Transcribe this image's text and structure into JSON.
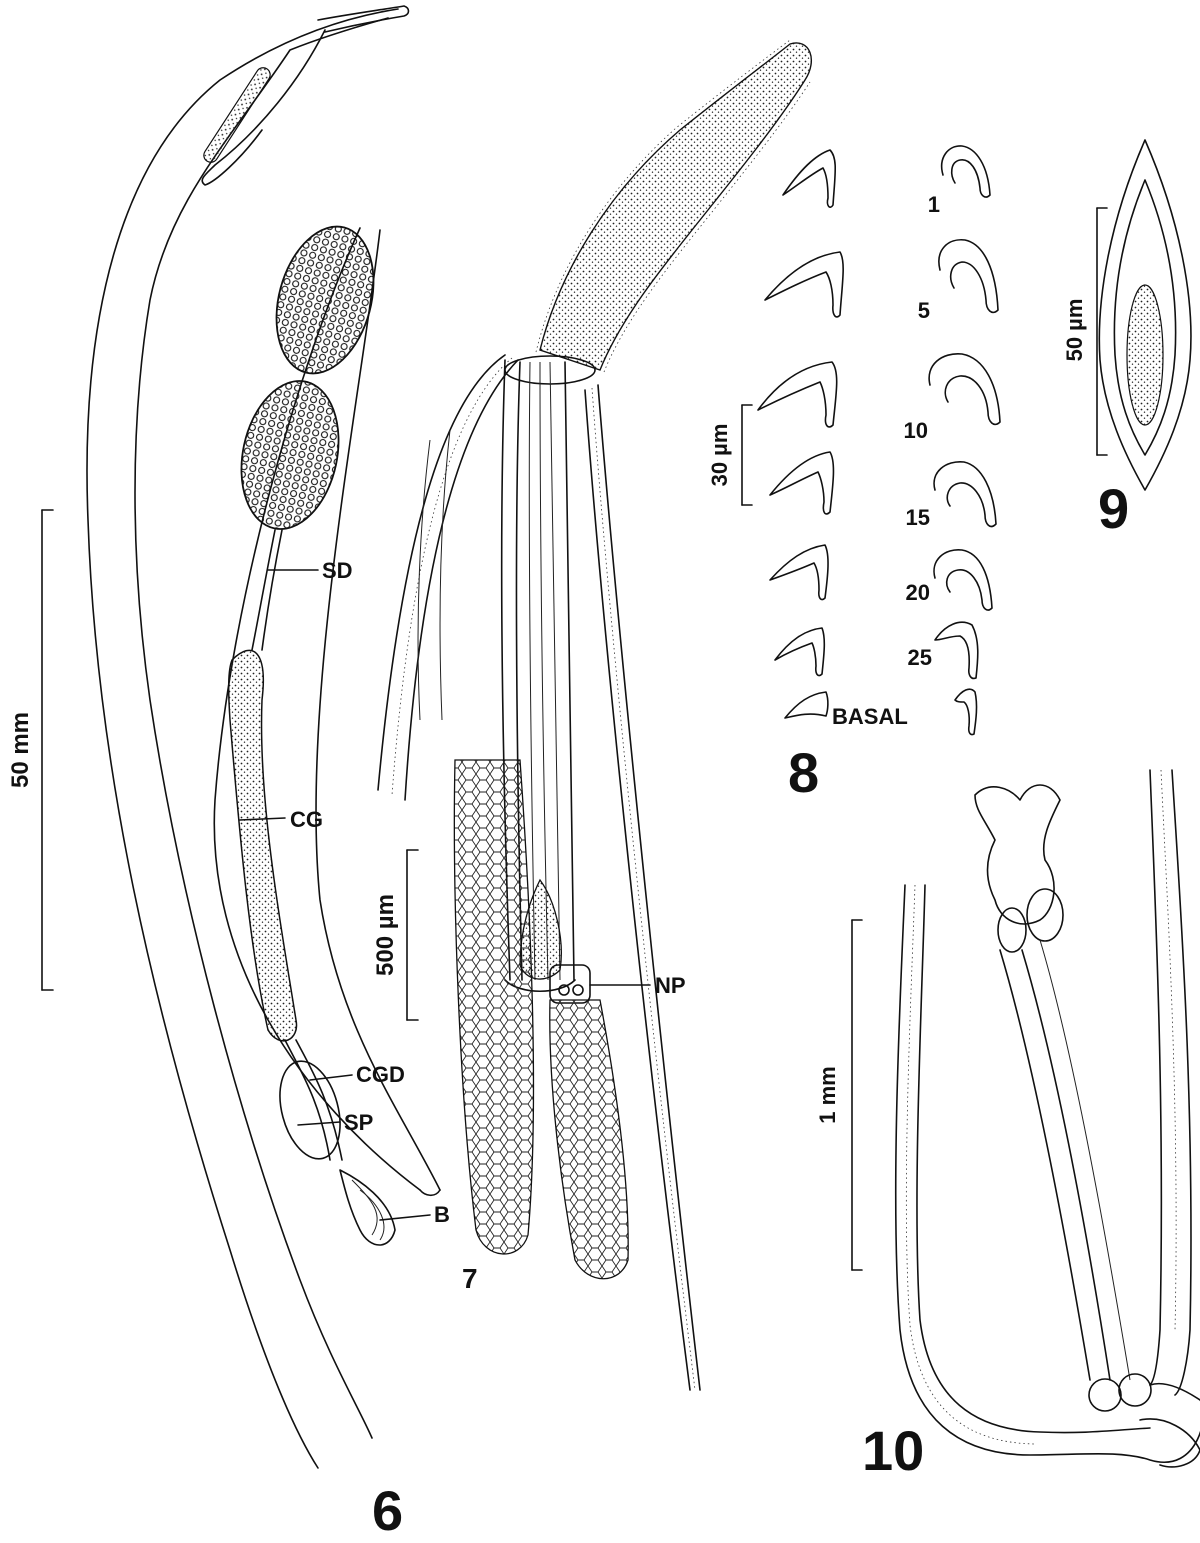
{
  "figures": {
    "fig6": {
      "number": "6",
      "scale": "50 mm",
      "labels": {
        "sd": "SD",
        "cg": "CG",
        "cgd": "CGD",
        "sp": "SP",
        "b": "B"
      }
    },
    "fig7": {
      "number": "7",
      "scale": "500 µm",
      "labels": {
        "np": "NP"
      }
    },
    "fig8": {
      "number": "8",
      "scale": "30 µm",
      "hook_numbers": [
        "1",
        "5",
        "10",
        "15",
        "20",
        "25",
        "BASAL"
      ]
    },
    "fig9": {
      "number": "9",
      "scale": "50 µm"
    },
    "fig10": {
      "number": "10",
      "scale": "1 mm"
    }
  },
  "colors": {
    "ink": "#111111",
    "paper": "#ffffff"
  }
}
